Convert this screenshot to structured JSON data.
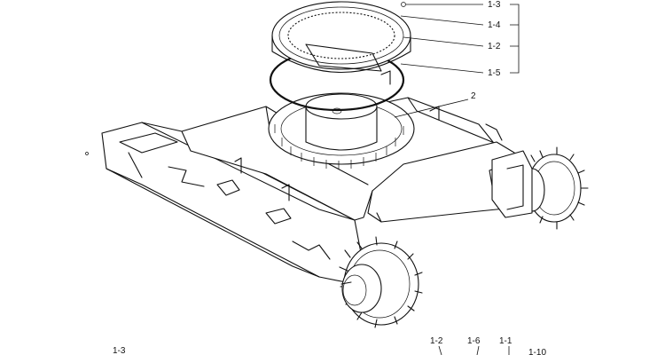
{
  "callouts": {
    "c1_3_top": "1-3",
    "c1_4": "1-4",
    "c1_2_top": "1-2",
    "c1_5": "1-5",
    "c2": "2",
    "c1_3_bottom": "1-3",
    "c1_2_bottom": "1-2",
    "c1_6": "1-6",
    "c1_1": "1-1",
    "c1_10": "1-10"
  }
}
